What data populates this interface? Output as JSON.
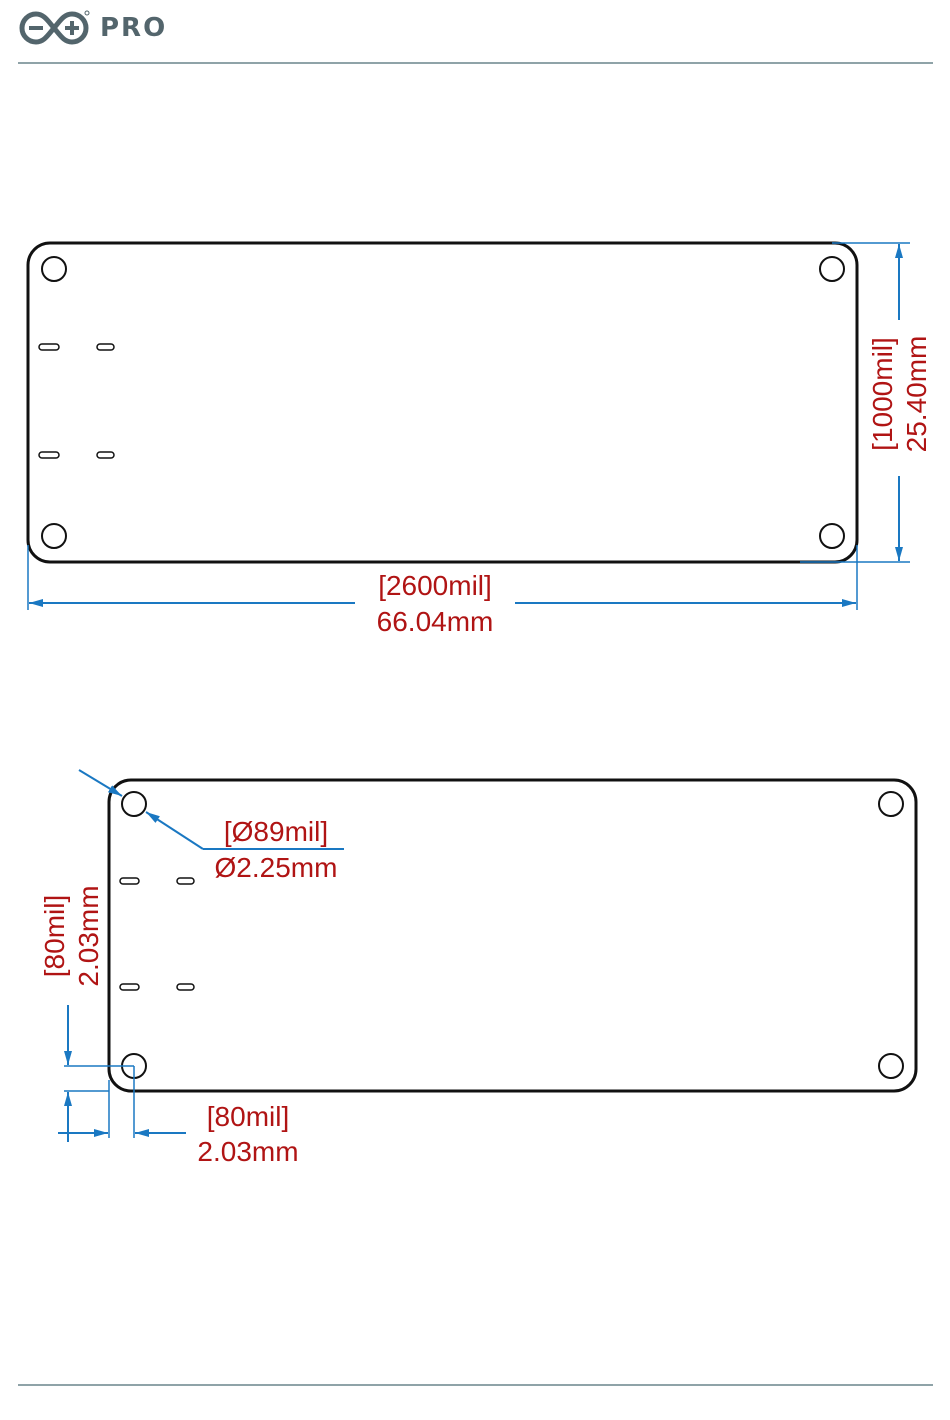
{
  "header": {
    "brand": "PRO",
    "logo_icon": "arduino-infinity-logo-icon"
  },
  "colors": {
    "outline": "#111111",
    "dimension_line": "#1a78c2",
    "dimension_text": "#b01414",
    "brand": "#53656c",
    "rule": "#8fa3a8"
  },
  "top_view": {
    "width_mil": "[2600mil]",
    "width_mm": "66.04mm",
    "height_mil": "[1000mil]",
    "height_mm": "25.40mm"
  },
  "bottom_view": {
    "hole_diameter_mil": "[Ø89mil]",
    "hole_diameter_mm": "Ø2.25mm",
    "vertical_offset_mil": "[80mil]",
    "vertical_offset_mm": "2.03mm",
    "horizontal_offset_mil": "[80mil]",
    "horizontal_offset_mm": "2.03mm"
  }
}
